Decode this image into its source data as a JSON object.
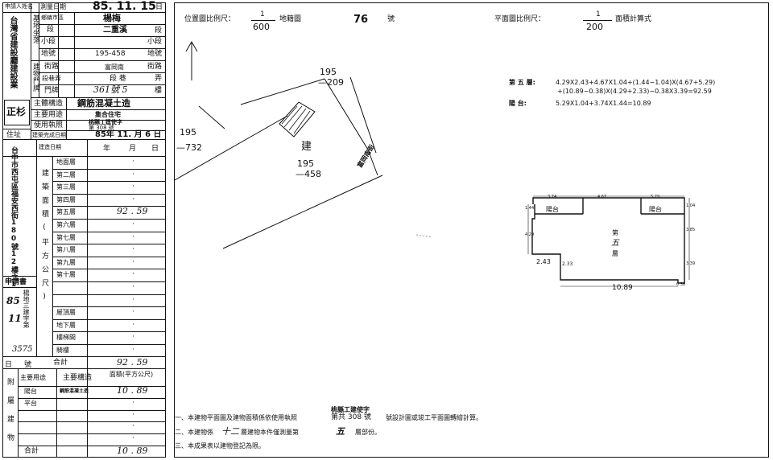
{
  "left": {
    "header": {
      "applicant_label": "申請人姓名",
      "survey_date_label": "測量日期",
      "survey_date_value": "85. 11. 15",
      "survey_date_suffix": "日"
    },
    "applicant": {
      "name": "台灣省建設廳建設業",
      "stamp": "正杉",
      "address_label": "住址"
    },
    "base": {
      "label": "基地坐落",
      "rows": [
        {
          "label": "鄉鎮市區",
          "value": "楊梅",
          "suffix": ""
        },
        {
          "label": "段",
          "value": "二重溪",
          "suffix": "段"
        },
        {
          "label": "小段",
          "value": "",
          "suffix": "小段"
        },
        {
          "label": "地號",
          "value": "195-458",
          "suffix": "地號"
        }
      ]
    },
    "building_address": {
      "label": "建物門牌",
      "rows": [
        {
          "label": "街路",
          "value": "富岡南",
          "suffix": "街路"
        },
        {
          "label": "段巷弄",
          "value": "段    巷",
          "suffix": "弄"
        },
        {
          "label": "門牌",
          "value": "361號 5",
          "suffix": "樓"
        }
      ]
    },
    "structure": {
      "label": "主體構造",
      "value": "鋼筋混凝土造"
    },
    "usage": {
      "label": "主要用途",
      "value": "集合住宅"
    },
    "permit": {
      "label": "使用執照",
      "value1": "桃縣工建使字",
      "value2": "第     308     號"
    },
    "completion": {
      "label": "建築完成日期",
      "value": "85年 11. 月 6 日"
    },
    "construction_date": {
      "label": "建造日期",
      "year": "年",
      "month": "月",
      "day": "日"
    },
    "address_vertical": "台中市西屯區福安西街180號12樓之1",
    "floor_area_label": "建築面積(平方公尺)",
    "floors": [
      {
        "name": "地面層",
        "value": "·"
      },
      {
        "name": "第二層",
        "value": "·"
      },
      {
        "name": "第三層",
        "value": "·"
      },
      {
        "name": "第四層",
        "value": "·"
      },
      {
        "name": "第五層",
        "value": "92 . 59"
      },
      {
        "name": "第六層",
        "value": "·"
      },
      {
        "name": "第七層",
        "value": "·"
      },
      {
        "name": "第八層",
        "value": "·"
      },
      {
        "name": "第九層",
        "value": "·"
      },
      {
        "name": "第十層",
        "value": "·"
      },
      {
        "name": "",
        "value": "·"
      },
      {
        "name": "",
        "value": "·"
      },
      {
        "name": "屋頂層",
        "value": "·"
      },
      {
        "name": "地下層",
        "value": "·"
      },
      {
        "name": "樓梯間",
        "value": "·"
      },
      {
        "name": "騎樓",
        "value": "·"
      }
    ],
    "application": {
      "label": "申請書",
      "office": "楊地三建字第",
      "year": "85",
      "month": "11",
      "number": "3575",
      "day_label": "日",
      "number_label": "號"
    },
    "total": {
      "label": "合計",
      "value": "92 . 59"
    },
    "annex": {
      "vertical_label": "附屬建物",
      "header_use": "主要用途",
      "header_struct": "主要構造",
      "header_area": "面積(平方公尺)",
      "rows": [
        {
          "use": "陽台",
          "struct": "鋼筋混凝土造",
          "area": "10 . 89"
        },
        {
          "use": "平台",
          "struct": "",
          "area": "·"
        },
        {
          "use": "",
          "struct": "",
          "area": "·"
        },
        {
          "use": "",
          "struct": "",
          "area": "·"
        },
        {
          "use": "",
          "struct": "",
          "area": "·"
        }
      ],
      "total_label": "合計",
      "total_value": "10 . 89"
    }
  },
  "location_map": {
    "title_prefix": "位置圖比例尺：",
    "scale_num": "1",
    "scale_den": "600",
    "title_suffix": "地籍圖",
    "sheet_no": "76",
    "sheet_suffix": "號",
    "lot_195_209_a": "195",
    "lot_195_209_b": "—209",
    "lot_195_732_a": "195",
    "lot_195_732_b": "—732",
    "building_mark": "建",
    "lot_195_458_a": "195",
    "lot_195_458_b": "—458",
    "road_label": "富岡南街"
  },
  "plan": {
    "title_prefix": "平面圖比例尺：",
    "scale_num": "1",
    "scale_den": "200",
    "title_suffix": "面積計算式",
    "calc_floor_label": "第 五 層:",
    "calc_floor_line1": "4.29X2.43+4.67X1.04+(1.44−1.04)X(4.67+5.29)",
    "calc_floor_line2": "+(10.89−0.38)X(4.29+2.33)−0.38X3.39=92.59",
    "calc_balcony_label": "陽      台:",
    "calc_balcony_line": "5.29X1.04+3.74X1.44=10.89",
    "dims": {
      "top_left": "3.74",
      "top_mid": "4.67",
      "top_right": "5.29",
      "left_small": "1.44",
      "left_mid": "4.29",
      "right_top": "1.04",
      "right_mid": "3.85",
      "right_low": "3.39",
      "step_h": "2.43",
      "step_v": "2.33",
      "bottom": "10.89",
      "bottom_end": "0.38"
    },
    "balcony_left": "陽台",
    "balcony_right": "陽台",
    "floor_label_1": "第",
    "floor_label_2": "五",
    "floor_label_3": "層"
  },
  "notes": {
    "stamp_line1": "桃縣工建使字",
    "stamp_line2": "第共 308 號",
    "line1_prefix": "一、本建物平面圖及建物面積係依使用執照",
    "line1_suffix": "竣工平面圖轉繪計算。",
    "line1_tail": "號設計圖或竣工平面圖轉繪計算。",
    "line2_prefix": "二、本建物係",
    "line2_floors": "十二",
    "line2_mid": "層建物本件僅測量第",
    "line2_floor": "五",
    "line2_suffix": "層部份。",
    "line3": "三、本成果表以建物登記為限。"
  }
}
